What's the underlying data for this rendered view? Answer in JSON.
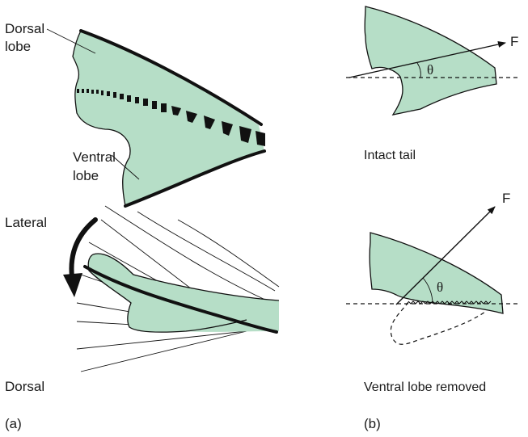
{
  "panel_a": {
    "label_dorsal_lobe_line1": "Dorsal",
    "label_dorsal_lobe_line2": "lobe",
    "label_ventral_lobe_line1": "Ventral",
    "label_ventral_lobe_line2": "lobe",
    "label_lateral": "Lateral",
    "label_dorsal_view": "Dorsal",
    "panel_label": "(a)"
  },
  "panel_b": {
    "force_label_top": "F",
    "theta_top": "θ",
    "caption_intact": "Intact tail",
    "force_label_bottom": "F",
    "theta_bottom": "θ",
    "caption_removed": "Ventral lobe removed",
    "panel_label": "(b)"
  },
  "colors": {
    "fin_fill": "#b6dec7",
    "ink": "#111111"
  }
}
